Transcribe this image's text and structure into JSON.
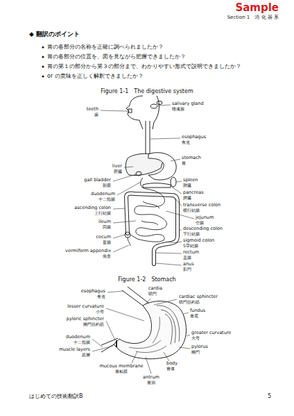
{
  "diagram": {
    "labels": [
      "Sample",
      "Section 1　消 化 器 系",
      "◆ 翻訳のポイント",
      "胃の各部分の名称を正確に調べられましたか？",
      "胃の各部分の位置を、図を見ながら把握できましたか？",
      "胃の第１の部分から第３の部分まで、わかりやすい形式で説明できましたか？",
      "or の意味を正しく解釈できましたか？",
      "Figure 1-1　The digestive system",
      "salivary gland",
      "唾液腺",
      "teeth",
      "歯",
      "esophagus",
      "食道",
      "stomach",
      "胃",
      "liver",
      "肝臓",
      "spleen",
      "脾臓",
      "gall bladder",
      "胆嚢",
      "pancreas",
      "膵臓",
      "duodenum",
      "十二指腸",
      "transverse colon",
      "横行結腸",
      "ascending colon",
      "上行結腸",
      "jejunum",
      "空腸",
      "ileum",
      "回腸",
      "descending colon",
      "下行結腸",
      "cecum",
      "盲腸",
      "sigmoid colon",
      "S字結腸",
      "rectum",
      "直腸",
      "vermiform appendix",
      "虫垂",
      "anus",
      "肛門",
      "Figure 1-2　Stomach",
      "esophagus",
      "食道",
      "cardia",
      "噴門",
      "cardiac sphincter",
      "噴門括約筋",
      "lesser curvature",
      "小弯",
      "fundus",
      "胃底",
      "pyloric sphincter",
      "幽門括約筋",
      "greater curvature",
      "大弯",
      "duodenum",
      "十二指腸",
      "pylorus",
      "幽門",
      "muscle layers",
      "筋層",
      "mucous membrane",
      "胃粘膜",
      "body",
      "胃体",
      "antrum",
      "胃洞",
      "はじめての技術翻訳B",
      "5"
    ]
  }
}
